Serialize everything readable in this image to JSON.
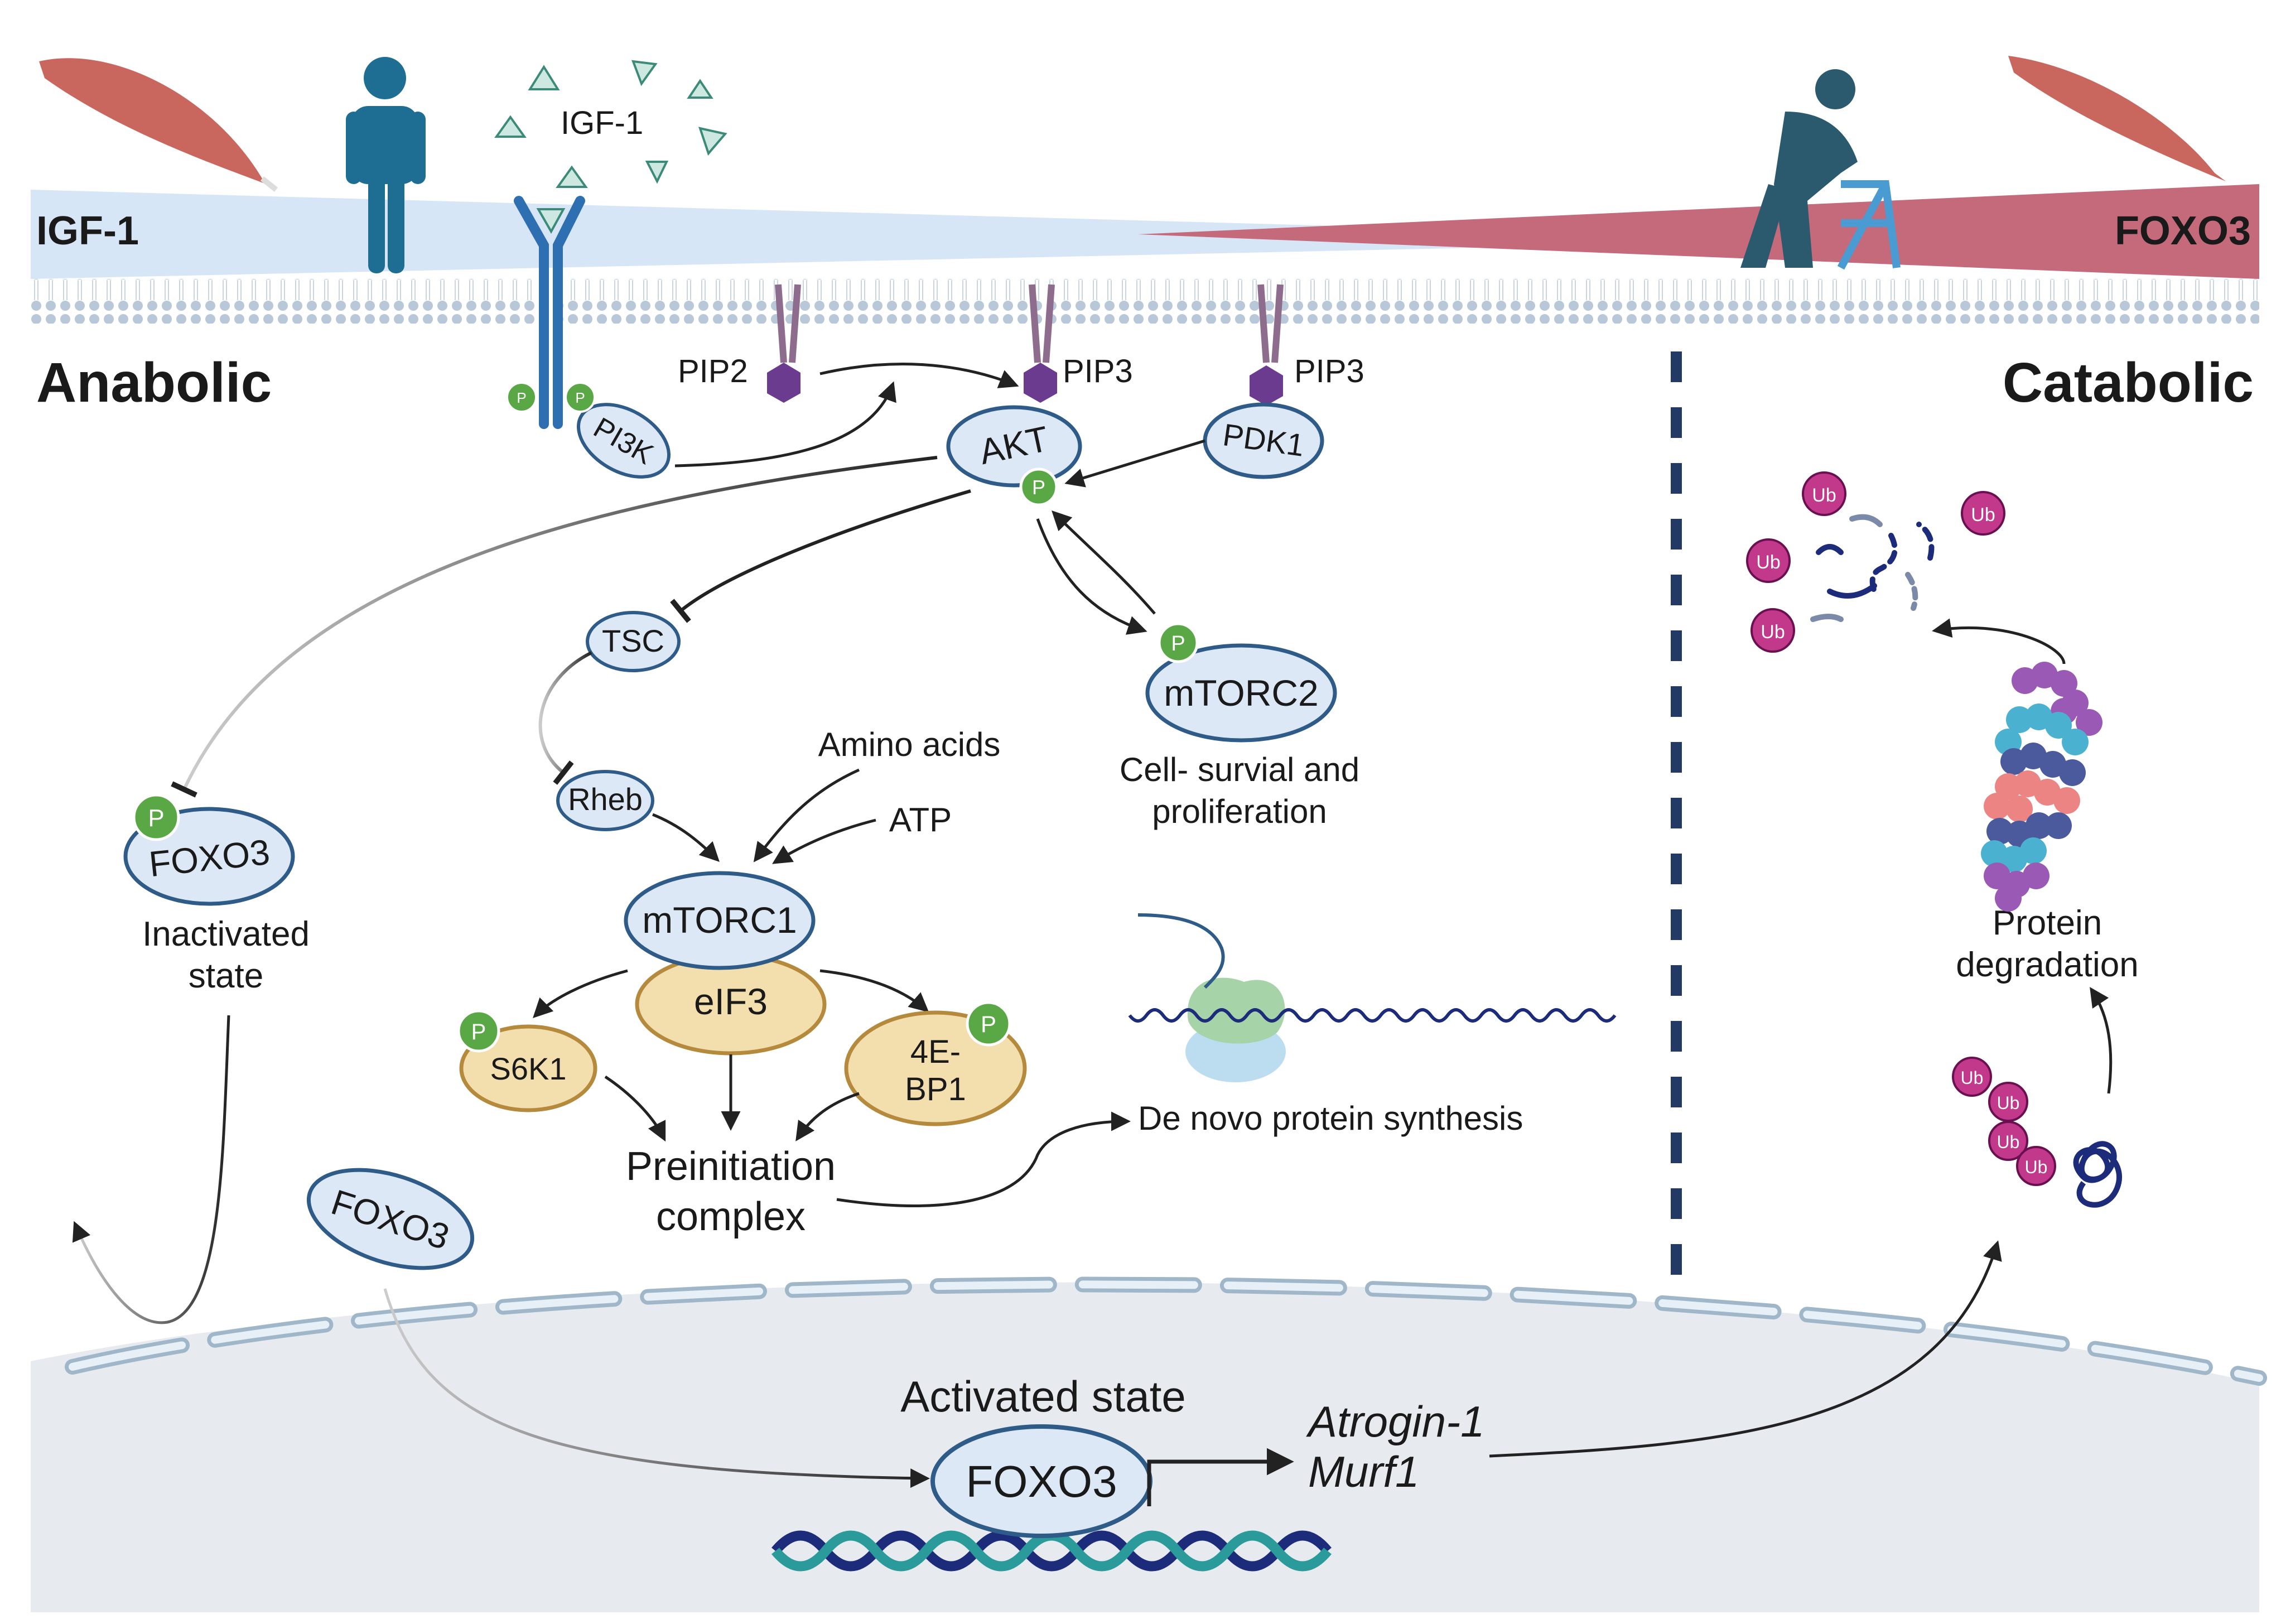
{
  "labels": {
    "igf_left": "IGF-1",
    "foxo3_right": "FOXO3",
    "anabolic": "Anabolic",
    "catabolic": "Catabolic",
    "igf_ligand": "IGF-1",
    "pip2": "PIP2",
    "pip3_a": "PIP3",
    "pip3_b": "PIP3",
    "pi3k": "PI3K",
    "akt": "AKT",
    "pdk1": "PDK1",
    "tsc": "TSC",
    "rheb": "Rheb",
    "mtorc2": "mTORC2",
    "cell_survival_1": "Cell- survial  and",
    "cell_survival_2": "proliferation",
    "amino_acids": "Amino acids",
    "atp": "ATP",
    "mtorc1": "mTORC1",
    "eif3": "eIF3",
    "s6k1": "S6K1",
    "ebp1_1": "4E-",
    "ebp1_2": "BP1",
    "preinit_1": "Preinitiation",
    "preinit_2": "complex",
    "de_novo": "De novo protein synthesis",
    "foxo3_inactive": "FOXO3",
    "inactivated_1": "Inactivated",
    "inactivated_2": "state",
    "foxo3_cyto": "FOXO3",
    "activated": "Activated state",
    "foxo3_nuclear": "FOXO3",
    "atrogin": "Atrogin-1",
    "murf1": "Murf1",
    "protein_deg_1": "Protein",
    "protein_deg_2": "degradation",
    "phospho": "P",
    "ub": "Ub"
  },
  "colors": {
    "node_fill": "#dce8f5",
    "node_stroke": "#2e5b87",
    "eif_fill": "#f3deae",
    "eif_stroke": "#b58a3c",
    "phospho_fill": "#5aa845",
    "ub_fill": "#c2388a",
    "membrane": "#b9c8d8",
    "nucleus": "#e7ebef",
    "foxo_band": "#c56a7a",
    "igf_band": "#d7e6f6",
    "human": "#1e6e94",
    "elder": "#2b5a6e"
  }
}
